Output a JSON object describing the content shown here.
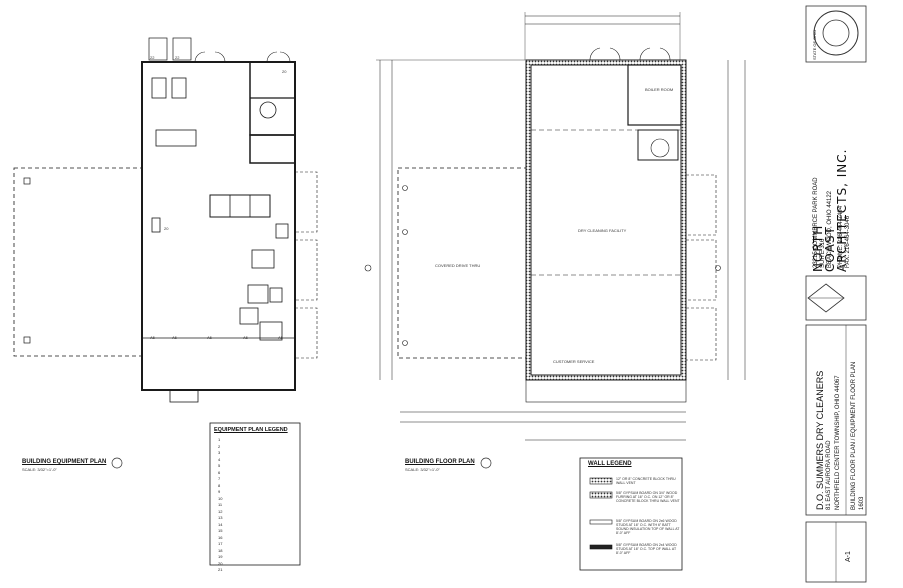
{
  "equipment_plan": {
    "title": "BUILDING EQUIPMENT PLAN",
    "scale": "SCALE: 3/32\"=1'-0\"",
    "legend_title": "EQUIPMENT PLAN LEGEND",
    "legend_items": [
      "1",
      "2",
      "3",
      "4",
      "5",
      "6",
      "7",
      "8",
      "9",
      "10",
      "11",
      "12",
      "13",
      "14",
      "15",
      "16",
      "17",
      "18",
      "19",
      "20",
      "21"
    ],
    "marks": [
      "22",
      "22",
      "20",
      "20",
      "20",
      "20",
      "A5",
      "A5",
      "A5",
      "A5",
      "A5"
    ]
  },
  "floor_plan": {
    "title": "BUILDING FLOOR PLAN",
    "scale": "SCALE: 3/32\"=1'-0\"",
    "rooms": {
      "boiler": "BOILER ROOM",
      "dry_cleaning": "DRY CLEANING FACILITY",
      "covered_drive": "COVERED DRIVE THRU",
      "customer_service": "CUSTOMER SERVICE"
    }
  },
  "wall_legend": {
    "title": "WALL LEGEND",
    "items": [
      "12\" OR 8\" CONCRETE BLOCK THRU WALL VENT",
      "5/8\" GYPSUM BOARD ON 3/4\" WOOD FURRING AT 16\" O.C. ON 12\" OR 8\" CONCRETE BLOCK THRU WALL VENT",
      "5/8\" GYPSUM BOARD ON 2x6 WOOD STUDS AT 16\" O.C. WITH 6\" BATT SOUND INSULATION TOP OF WALL AT 8'-0\" AFF",
      "5/8\" GYPSUM BOARD ON 2x4 WOOD STUDS AT 16\" O.C. TOP OF WALL AT 8'-0\" AFF"
    ]
  },
  "title_block": {
    "firm_line1": "NORTH",
    "firm_line2": "COAST",
    "firm_line3": "ARCHITECTS, INC.",
    "address1": "23215 COMMERCE PARK ROAD",
    "address2": "SUITE 316",
    "address3": "BEACHWOOD, OHIO 44122",
    "phone": "PHONE: 216-464-7494",
    "fax": "FAX: 216-464-3046",
    "project_name": "D.O. SUMMERS DRY CLEANERS",
    "project_addr1": "81 EAST AURORA ROAD",
    "project_addr2": "NORTHFIELD CENTER TOWNSHIP, OHIO 44067",
    "sheet_desc": "BUILDING FLOOR PLAN / EQUIPMENT FLOOR PLAN",
    "job_no": "1603",
    "sheet_no": "A-1",
    "seal_text": "STATE OF OHIO",
    "seal_sub": "REGISTERED ARCHITECT"
  },
  "colors": {
    "line": "#1a1a1a",
    "light_line": "#555555",
    "hatch": "#444444",
    "background": "#ffffff"
  }
}
